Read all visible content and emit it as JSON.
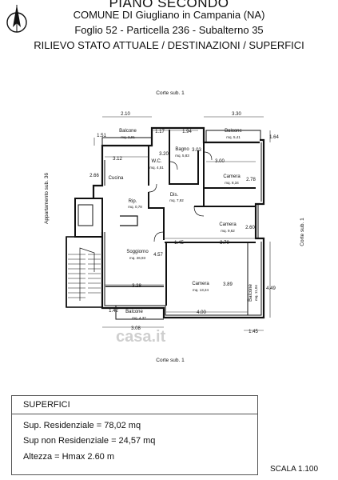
{
  "header": {
    "title": "PIANO SECONDO",
    "comune": "COMUNE DI Giugliano in Campania (NA)",
    "foglio": "Foglio 52 - Particella 236 - Subalterno 35",
    "rilievo": "RILIEVO STATO ATTUALE / DESTINAZIONI / SUPERFICI"
  },
  "north_arrow": {
    "icon": "north-arrow-icon"
  },
  "plan": {
    "labels": {
      "corte_top": "Corte sub. 1",
      "corte_bottom": "Corte sub. 1",
      "corte_right": "Corte sub. 1",
      "appartamento_left": "Appartamento sub. 36"
    },
    "rooms": {
      "balcone_nw": {
        "name": "Balcone",
        "area": "mq. 2,91"
      },
      "balcone_ne": {
        "name": "Balcone",
        "area": "mq. 5,41"
      },
      "bagno": {
        "name": "Bagno",
        "area": "mq. 5,83"
      },
      "wc": {
        "name": "W.C.",
        "area": "mq. 4,51"
      },
      "cucina": {
        "name": "Cucina"
      },
      "camera_1": {
        "name": "Camera",
        "area": "mq. 8,34"
      },
      "dis": {
        "name": "Dis.",
        "area": "mq. 7,92"
      },
      "rip": {
        "name": "Rip.",
        "area": "mq. 0,78"
      },
      "camera_2": {
        "name": "Camera",
        "area": "mq. 9,62"
      },
      "soggiorno": {
        "name": "Soggiorno",
        "area": "mq. 26,93"
      },
      "camera_3": {
        "name": "Camera",
        "area": "mq. 13,24"
      },
      "balcone_e": {
        "name": "Balcone",
        "area": "mq. 11,04"
      },
      "balcone_s": {
        "name": "Balcone",
        "area": "mq. 4,37"
      }
    },
    "dims": {
      "d_2_10": "2.10",
      "d_3_30": "3.30",
      "d_1_17": "1.17",
      "d_1_94": "1.94",
      "d_1_51": "1.51",
      "d_1_64": "1.64",
      "d_3_20": "3.20",
      "d_3_03": "3.03",
      "d_3_12": "3.12",
      "d_3_00": "3.00",
      "d_2_66": "2.66",
      "d_2_78": "2.78",
      "d_2_60": "2.60",
      "d_1_45": "1.45",
      "d_3_70": "3.70",
      "d_4_57": "4.57",
      "d_3_28": "3.28",
      "d_3_89": "3.89",
      "d_4_49": "4.49",
      "d_1_42": "1.42",
      "d_4_00": "4.00",
      "d_3_08": "3.08",
      "d_1_45b": "1.45"
    }
  },
  "watermark": "casa.it",
  "superfici": {
    "title": "SUPERFICI",
    "residenziale": "Sup. Residenziale =  78,02 mq",
    "non_residenziale": "Sup non Residenziale = 24,57 mq",
    "altezza": "Altezza = Hmax  2.60 m"
  },
  "scala": "SCALA 1.100"
}
